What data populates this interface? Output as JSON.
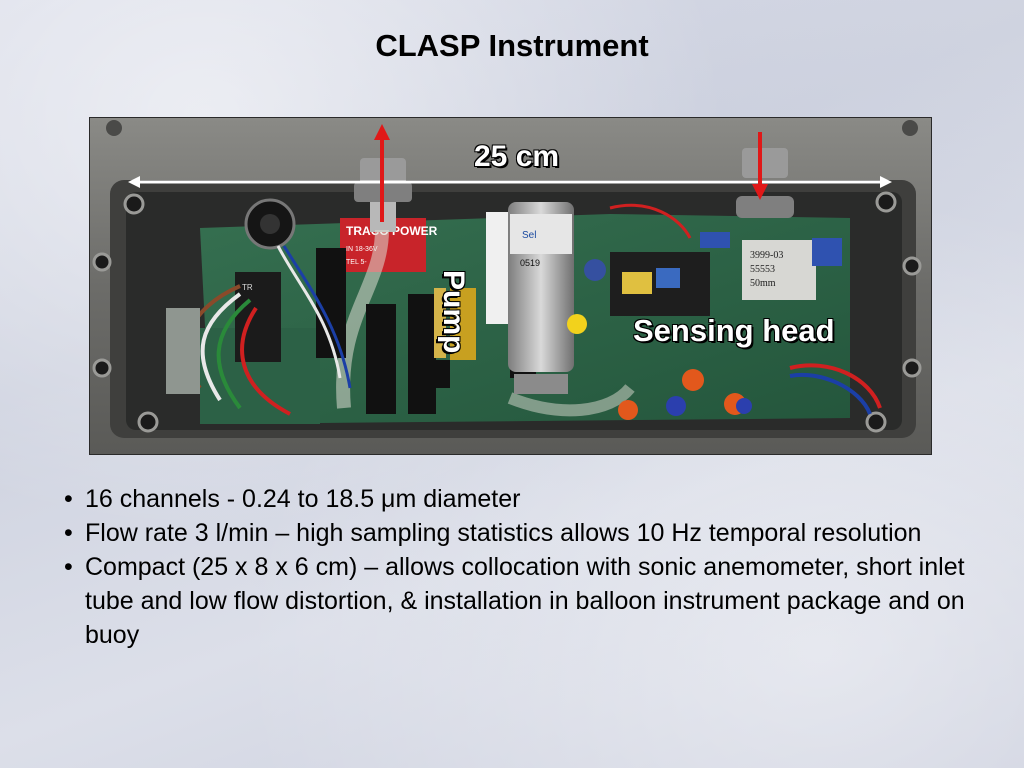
{
  "slide": {
    "title": "CLASP Instrument",
    "photo": {
      "dimension_label": "25 cm",
      "pump_label": "Pump",
      "sensing_head_label": "Sensing head",
      "component_text": {
        "power_module_brand": "TRACO POWER",
        "power_module_line1": "IN 18-36V",
        "power_module_line2": "TEL 5-",
        "pump_serial": "0519",
        "pump_brand": "Sel"
      },
      "sensor_card_text": [
        "3999-03",
        "55553",
        "50mm"
      ],
      "colors": {
        "arrow_red": "#e01818",
        "dimension_arrow": "#ffffff",
        "board_green": "#2f6a4a",
        "enclosure_grey": "#6f6f6d"
      }
    },
    "bullets": [
      "16 channels  - 0.24 to 18.5 μm diameter",
      "Flow rate 3 l/min – high sampling statistics allows 10 Hz temporal resolution",
      "Compact (25 x 8 x 6 cm) – allows collocation with sonic anemometer, short inlet tube and low flow distortion, & installation in balloon instrument package and on buoy"
    ]
  }
}
